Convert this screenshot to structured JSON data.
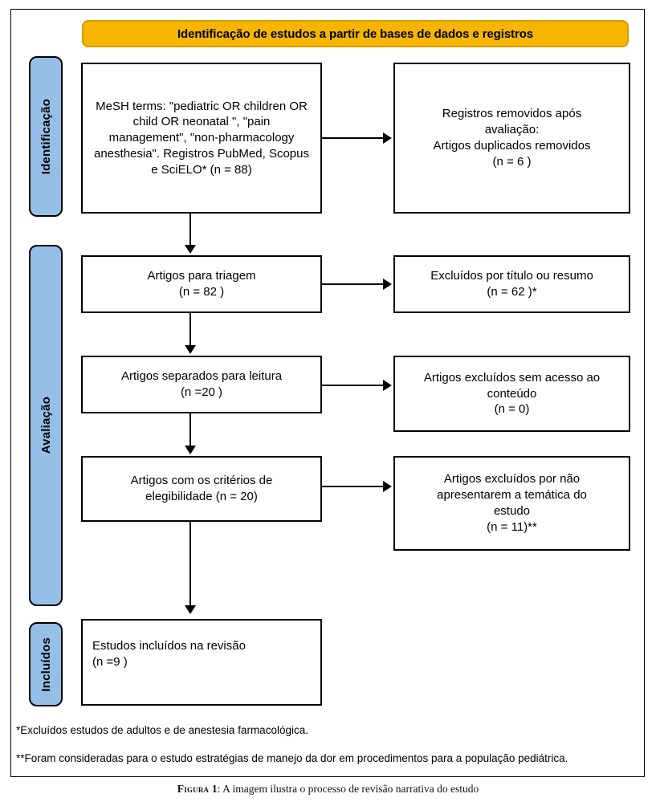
{
  "banner": {
    "title": "Identificação de estudos a partir de bases de dados e registros"
  },
  "stages": [
    {
      "label": "Identificação"
    },
    {
      "label": "Avaliação"
    },
    {
      "label": "Incluídos"
    }
  ],
  "boxes": {
    "identification_sources": "MeSH terms: \"pediatric OR children OR child OR neonatal \", \"pain management\", \"non-pharmacology anesthesia\". Registros PubMed, Scopus e SciELO* (n = 88)",
    "records_removed_line1": "Registros removidos após",
    "records_removed_line2": "avaliação:",
    "records_removed_line3": "Artigos duplicados removidos",
    "records_removed_line4": "(n = 6 )",
    "screening_line1": "Artigos para triagem",
    "screening_line2": "(n = 82 )",
    "excluded_title_line1": "Excluídos por título ou resumo",
    "excluded_title_line2": "(n = 62 )*",
    "reading_line1": "Artigos separados para leitura",
    "reading_line2": "(n =20 )",
    "no_access_line1": "Artigos excluídos sem acesso ao",
    "no_access_line2": "conteúdo",
    "no_access_line3": "(n = 0)",
    "eligibility_line1": "Artigos com os critérios de",
    "eligibility_line2": "elegibilidade (n = 20)",
    "off_topic_line1": "Artigos excluídos por não",
    "off_topic_line2": "apresentarem a temática do",
    "off_topic_line3": "estudo",
    "off_topic_line4": "(n = 11)**",
    "included_line1": "Estudos incluídos na revisão",
    "included_line2": "(n =9 )"
  },
  "footnotes": {
    "single_star": "*Excluídos estudos de adultos e de anestesia farmacológica.",
    "double_star": "**Foram consideradas para o estudo estratégias de manejo da dor em procedimentos para a população pediátrica."
  },
  "caption": {
    "label": "Figura 1",
    "text": ": A imagem ilustra o processo de revisão narrativa do estudo"
  },
  "colors": {
    "banner_fill": "#F5B500",
    "banner_border": "#D79B00",
    "stage_fill": "#96BFE8",
    "line": "#000000"
  }
}
